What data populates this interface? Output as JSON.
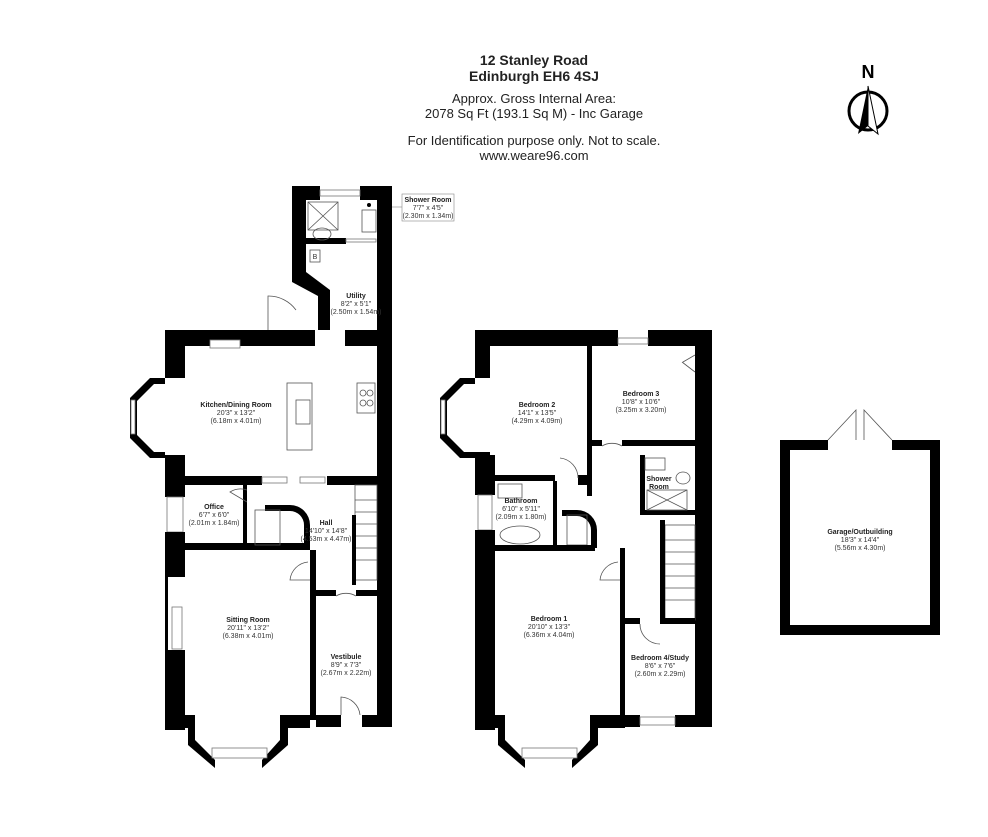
{
  "header": {
    "address_line1": "12 Stanley Road",
    "address_line2": "Edinburgh EH6 4SJ",
    "area_label": "Approx. Gross Internal Area:",
    "area_value": "2078 Sq Ft (193.1 Sq M) - Inc Garage",
    "disclaimer": "For Identification purpose only. Not to scale.",
    "website": "www.weare96.com"
  },
  "compass": {
    "label": "N"
  },
  "ground_floor": {
    "shower_room": {
      "name": "Shower Room",
      "imperial": "7'7\" x 4'5\"",
      "metric": "(2.30m x 1.34m)"
    },
    "utility": {
      "name": "Utility",
      "imperial": "8'2\" x 5'1\"",
      "metric": "(2.50m x 1.54m)"
    },
    "kitchen": {
      "name": "Kitchen/Dining Room",
      "imperial": "20'3\" x 13'2\"",
      "metric": "(6.18m x 4.01m)"
    },
    "office": {
      "name": "Office",
      "imperial": "6'7\" x 6'0\"",
      "metric": "(2.01m x 1.84m)"
    },
    "hall": {
      "name": "Hall",
      "imperial": "14'10\" x 14'8\"",
      "metric": "(4.53m x 4.47m)"
    },
    "sitting_room": {
      "name": "Sitting Room",
      "imperial": "20'11\" x 13'2\"",
      "metric": "(6.38m x 4.01m)"
    },
    "vestibule": {
      "name": "Vestibule",
      "imperial": "8'9\" x 7'3\"",
      "metric": "(2.67m x 2.22m)"
    },
    "boiler_label": "B"
  },
  "first_floor": {
    "bedroom2": {
      "name": "Bedroom 2",
      "imperial": "14'1\" x 13'5\"",
      "metric": "(4.29m x 4.09m)"
    },
    "bedroom3": {
      "name": "Bedroom 3",
      "imperial": "10'8\" x 10'6\"",
      "metric": "(3.25m x 3.20m)"
    },
    "bathroom": {
      "name": "Bathroom",
      "imperial": "6'10\" x 5'11\"",
      "metric": "(2.09m x 1.80m)"
    },
    "shower_room": {
      "name1": "Shower",
      "name2": "Room"
    },
    "bedroom1": {
      "name": "Bedroom 1",
      "imperial": "20'10\" x 13'3\"",
      "metric": "(6.36m x 4.04m)"
    },
    "bedroom4": {
      "name": "Bedroom 4/Study",
      "imperial": "8'6\" x 7'6\"",
      "metric": "(2.60m x 2.29m)"
    }
  },
  "garage": {
    "name": "Garage/Outbuilding",
    "imperial": "18'3\" x 14'4\"",
    "metric": "(5.56m x 4.30m)"
  }
}
